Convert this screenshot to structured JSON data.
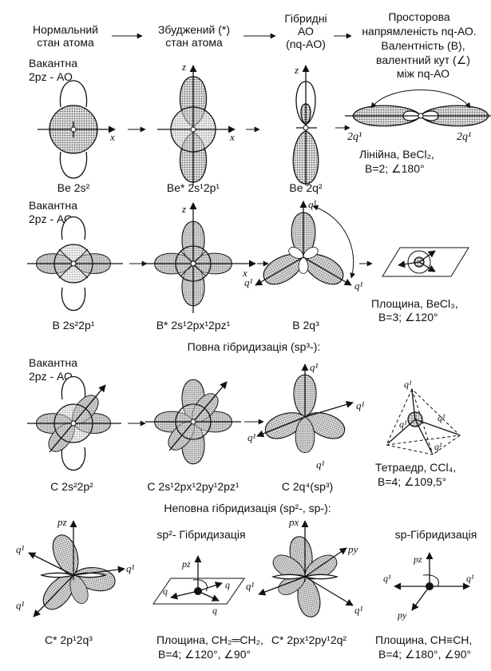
{
  "header": {
    "col1": [
      "Нормальний",
      "стан атома"
    ],
    "col2": [
      "Збуджений (*)",
      "стан атома"
    ],
    "col3": [
      "Гібридні",
      "АО",
      "(nq-AO)"
    ],
    "col4": [
      "Просторова",
      "напрямленість nq-АО.",
      "Валентність (В),",
      "валентний кут (∠)",
      "між nq-АО"
    ]
  },
  "row1": {
    "vacant": [
      "Вакантна",
      "2pz - АО"
    ],
    "labels": [
      "Be 2s²",
      "Be* 2s¹2p¹",
      "Be 2q²"
    ],
    "result": [
      "Лінійна, BeCl₂,",
      "B=2; ∠180°"
    ],
    "q_left": "2q¹",
    "q_right": "2q¹"
  },
  "row2": {
    "vacant": [
      "Вакантна",
      "2pz - АО"
    ],
    "labels": [
      "B 2s²2p¹",
      "B* 2s¹2px¹2pz¹",
      "B 2q³"
    ],
    "result": [
      "Площина, BeCl₃,",
      "B=3; ∠120°"
    ]
  },
  "section3_title": "Повна гібридизація (sp³-):",
  "row3": {
    "vacant": [
      "Вакантна",
      "2pz - АО"
    ],
    "labels": [
      "C 2s²2p²",
      "C 2s¹2px¹2py¹2pz¹",
      "C 2q⁴(sp³)"
    ],
    "result": [
      "Тетраедр, CCl₄,",
      "B=4; ∠109,5°"
    ]
  },
  "section4_title": "Неповна гібридизація (sp²-, sp-):",
  "row4": {
    "sub1": "sp²- Гібридизація",
    "sub2": "sp-Гібридизація",
    "labels": [
      "C* 2p¹2q³",
      "C* 2px¹2py¹2q²"
    ],
    "result1": [
      "Площина, CH₂═CH₂,",
      "B=4; ∠120°, ∠90°"
    ],
    "result2": [
      "Площина, CH≡CH,",
      "B=4; ∠180°, ∠90°"
    ]
  },
  "axis": {
    "x": "x",
    "z": "z",
    "q": "q",
    "q1": "q¹",
    "pz": "pz",
    "px": "px",
    "py": "py"
  }
}
